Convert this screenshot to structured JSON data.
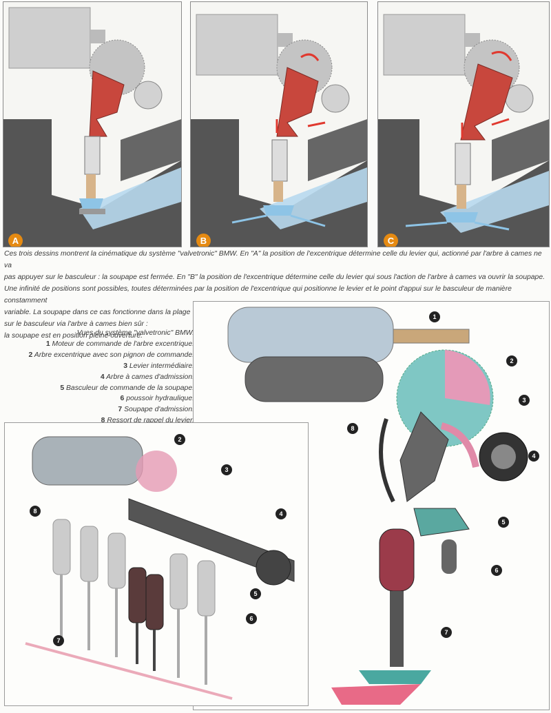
{
  "panels": [
    {
      "label": "A",
      "state": "closed"
    },
    {
      "label": "B",
      "state": "partial"
    },
    {
      "label": "C",
      "state": "open"
    }
  ],
  "caption": {
    "lines": [
      "Ces trois dessins montrent la cinématique du système \"valvetronic\" BMW. En \"A\" la position de l'excentrique détermine celle du levier qui, actionné par l'arbre à cames ne va",
      "pas appuyer sur le basculeur : la soupape est fermée. En \"B\" la position de l'excentrique détermine celle du levier qui sous l'action de l'arbre à cames va ouvrir la soupape.",
      "Une infinité de positions sont possibles, toutes déterminées par la position de l'excentrique qui positionne le levier et le point d'appui sur le basculeur de manière constamment",
      "variable. La soupape dans ce cas fonctionne dans la plage \"variable\" du système. En \"C\", l'excentrique déplace au maximum le levier qui appui avec sa plus grande course",
      "sur le basculeur via l'arbre à cames bien sûr :",
      "la soupape est en position pleine ouverture."
    ]
  },
  "legend": {
    "title": "Vues du système \"valvetronic\" BMW.",
    "items": [
      {
        "num": "1",
        "text": "Moteur de commande de l'arbre excentrique."
      },
      {
        "num": "2",
        "text": "Arbre excentrique avec son pignon de commande."
      },
      {
        "num": "3",
        "text": "Levier intermédiaire."
      },
      {
        "num": "4",
        "text": "Arbre à cames d'admission."
      },
      {
        "num": "5",
        "text": "Basculeur de commande de la soupape."
      },
      {
        "num": "6",
        "text": "poussoir hydraulique."
      },
      {
        "num": "7",
        "text": "Soupape d'admission."
      },
      {
        "num": "8",
        "text": "Ressort de rappel du levier."
      }
    ]
  },
  "callouts_large": [
    "1",
    "2",
    "3",
    "8",
    "4",
    "5",
    "6",
    "7"
  ],
  "callouts_small": [
    "2",
    "3",
    "8",
    "4",
    "5",
    "6",
    "7"
  ],
  "colors": {
    "badge": "#e58a12",
    "lever": "#c8473d",
    "flow": "#8ec4e6",
    "arrow": "#e0392f"
  }
}
